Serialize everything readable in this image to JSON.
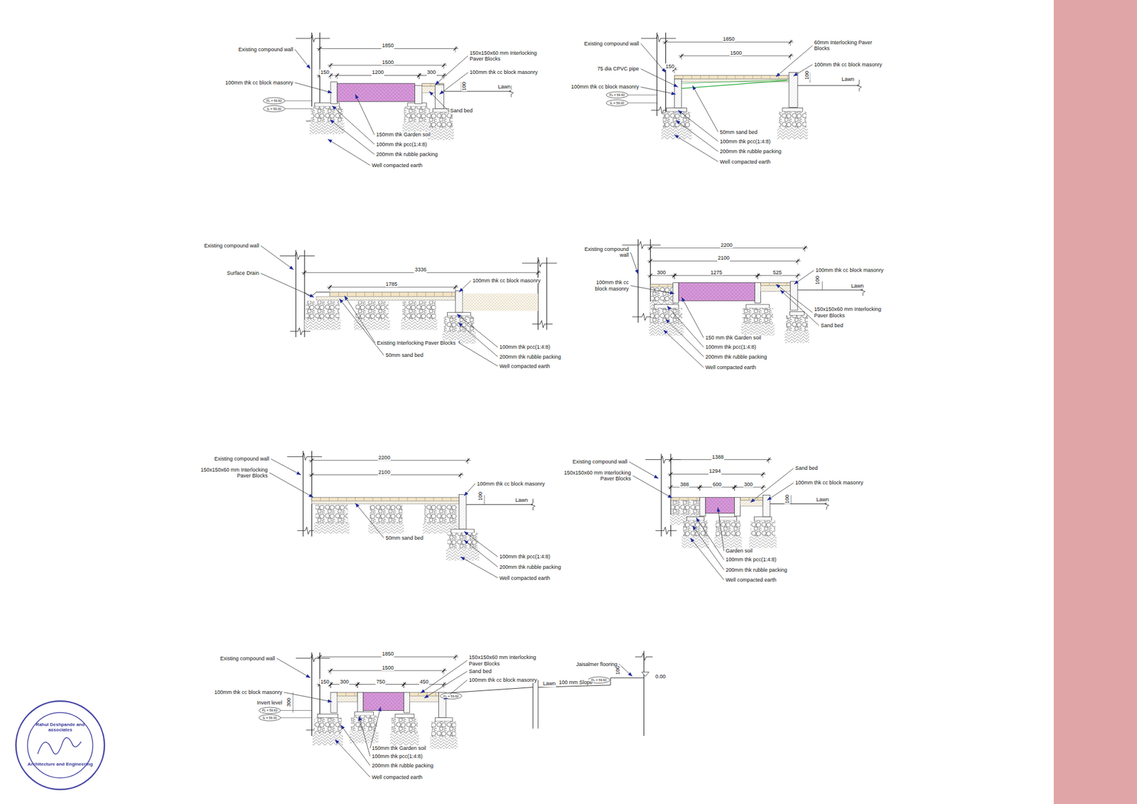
{
  "diagram": {
    "labels": [
      "Existing compound wall",
      "1850",
      "1500",
      "150",
      "1200",
      "300",
      "150x150x60 mm Interlocking Paver Blocks",
      "100mm thk cc block masonry",
      "100",
      "Lawn",
      "100mm thk cc block masonry",
      "FL = 59.60",
      "IL = 59.00",
      "Sand bed",
      "150mm thk Garden soil",
      "100mm thk pcc(1:4:8)",
      "200mm thk rubble packing",
      "Well compacted earth",
      "Existing compound wall",
      "1850",
      "1500",
      "60mm Interlocking Paver Blocks",
      "75 dia CPVC pipe",
      "150",
      "100mm thk cc block masonry",
      "100",
      "Lawn",
      "100mm thk cc block masonry",
      "FL = 59.60",
      "IL = 59.00",
      "50mm sand bed",
      "100mm thk pcc(1:4:8)",
      "200mm thk rubble packing",
      "Well compacted earth",
      "Existing compound wall",
      "Surface Drain",
      "3336",
      "1785",
      "100mm thk cc block masonry",
      "Existing Interlocking Paver Blocks",
      "50mm sand bed",
      "100mm thk pcc(1:4:8)",
      "200mm thk rubble packing",
      "Well compacted earth",
      "Existing compound wall",
      "2200",
      "2100",
      "300",
      "1275",
      "525",
      "100mm thk cc block masonry",
      "100",
      "Lawn",
      "100mm thk cc block masonry",
      "150x150x60 mm Interlocking Paver Blocks",
      "Sand bed",
      "150 mm thk Garden soil",
      "100mm thk pcc(1:4:8)",
      "200mm thk rubble packing",
      "Well compacted earth",
      "Existing compound wall",
      "150x150x60 mm Interlocking Paver Blocks",
      "2200",
      "2100",
      "100mm thk cc block masonry",
      "100",
      "Lawn",
      "50mm sand bed",
      "100mm thk pcc(1:4:8)",
      "200mm thk rubble packing",
      "Well compacted earth",
      "Existing compound wall",
      "150x150x60 mm Interlocking Paver Blocks",
      "1388",
      "1294",
      "388",
      "600",
      "300",
      "Sand bed",
      "100mm thk cc block masonry",
      "100",
      "Lawn",
      "Garden soil",
      "100mm thk pcc(1:4:8)",
      "200mm thk rubble packing",
      "Well compacted earth",
      "Existing compound wall",
      "1850",
      "1500",
      "150",
      "300",
      "750",
      "450",
      "150x150x60 mm Interlocking Paver Blocks",
      "Sand bed",
      "100mm thk cc block masonry",
      "100mm thk cc block masonry",
      "Invert level",
      "300",
      "FL = 59.60",
      "IL = 59.00",
      "FL = 59.60",
      "Lawn",
      "100 mm Slope",
      "100",
      "FL = 59.60",
      "Jaisalmer flooring",
      "0.00",
      "150mm thk Garden soil",
      "100mm thk pcc(1:4:8)",
      "200mm thk rubble packing",
      "Well compacted earth",
      "Rahul Deshpande and associates",
      "Architecture and Engineering"
    ]
  }
}
